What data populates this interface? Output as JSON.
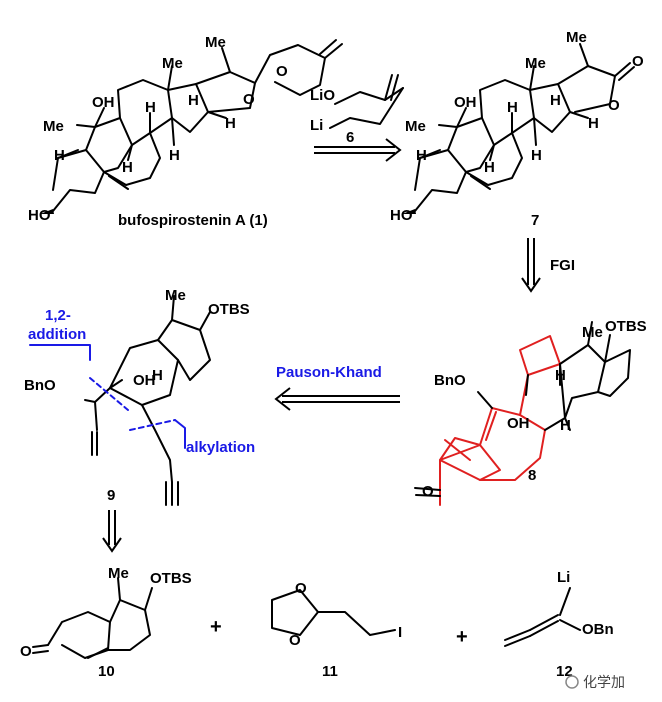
{
  "compounds": {
    "c1": {
      "label": "bufospirostenin A (1)"
    },
    "c7": {
      "label": "7"
    },
    "c8": {
      "label": "8"
    },
    "c9": {
      "label": "9"
    },
    "c10": {
      "label": "10"
    },
    "c11": {
      "label": "11"
    },
    "c12": {
      "label": "12"
    }
  },
  "atoms": {
    "me": "Me",
    "oh": "OH",
    "h": "H",
    "o": "O",
    "hO": "HO",
    "otbs": "OTBS",
    "bno": "BnO",
    "obn": "OBn",
    "li": "Li",
    "lio": "LiO",
    "i": "I"
  },
  "reagents": {
    "r6": "6",
    "fgi": "FGI"
  },
  "annotations": {
    "pauson": "Pauson-Khand",
    "addition1": "1,2-",
    "addition2": "addition",
    "alkylation": "alkylation"
  },
  "signs": {
    "plus": "+"
  },
  "watermark": {
    "text": "化学加"
  },
  "colors": {
    "highlight": "#e02020",
    "annotation": "#1a1ae6"
  }
}
